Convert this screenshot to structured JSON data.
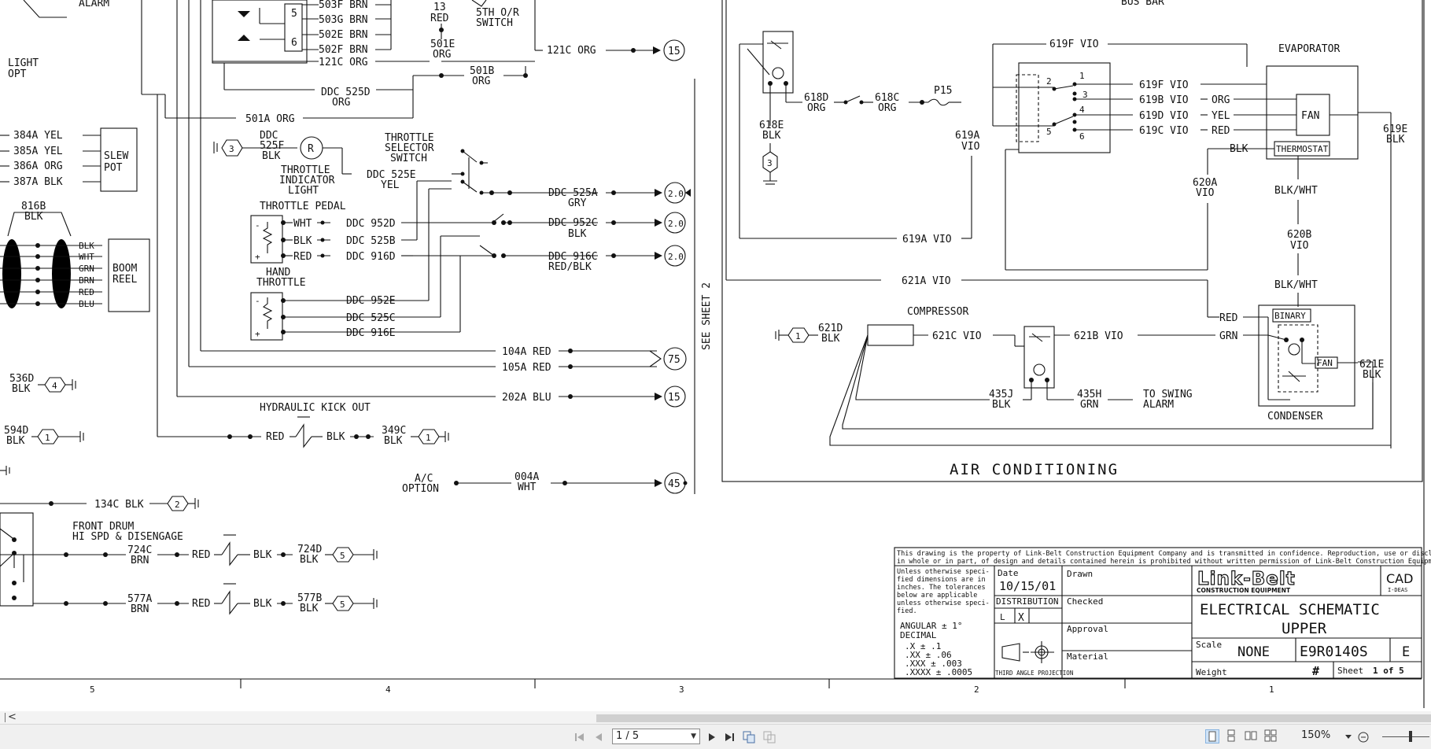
{
  "schematic": {
    "labels_left": {
      "alarm": "ALARM",
      "light_opt_1": "LIGHT",
      "light_opt_2": "OPT",
      "w503f": "503F BRN",
      "w503g": "503G BRN",
      "w502e": "502E BRN",
      "w502f": "502F BRN",
      "w121c": "121C ORG",
      "pin5": "5",
      "pin6": "6",
      "red13_1": "13",
      "red13_2": "RED",
      "w501e_1": "501E",
      "w501e_2": "ORG",
      "oor_1": "5TH O/R",
      "oor_2": "SWITCH",
      "w121c_org": "121C ORG",
      "conn15a": "15",
      "w501b_1": "501B",
      "w501b_2": "ORG",
      "ddc525d_1": "DDC 525D",
      "ddc525d_2": "ORG",
      "w501a": "501A ORG",
      "w384a": "384A YEL",
      "w385a": "385A YEL",
      "w386a": "386A ORG",
      "w387a": "387A BLK",
      "slew_1": "SLEW",
      "slew_2": "POT",
      "ddc525f_1": "DDC",
      "ddc525f_2": "525F",
      "ddc525f_3": "BLK",
      "ground3": "3",
      "lamp_r": "R",
      "ti_1": "THROTTLE",
      "ti_2": "INDICATOR",
      "ti_3": "LIGHT",
      "ts_1": "THROTTLE",
      "ts_2": "SELECTOR",
      "ts_3": "SWITCH",
      "ddc525e_1": "DDC 525E",
      "ddc525e_2": "YEL",
      "w816b_1": "816B",
      "w816b_2": "BLK",
      "throttle_pedal": "THROTTLE PEDAL",
      "tp_wht": "WHT",
      "tp_blk": "BLK",
      "tp_red": "RED",
      "ddc952d": "DDC 952D",
      "ddc525b": "DDC 525B",
      "ddc916d": "DDC 916D",
      "ddc525a_1": "DDC 525A",
      "ddc525a_2": "GRY",
      "ddc952c_1": "DDC 952C",
      "ddc952c_2": "BLK",
      "ddc916c_1": "DDC 916C",
      "ddc916c_2": "RED/BLK",
      "conn20": "2.0",
      "br_blk": "BLK",
      "br_wht": "WHT",
      "br_grn": "GRN",
      "br_brn": "BRN",
      "br_red": "RED",
      "br_blu": "BLU",
      "boom_1": "BOOM",
      "boom_2": "REEL",
      "ht_1": "HAND",
      "ht_2": "THROTTLE",
      "ddc952e": "DDC 952E",
      "ddc525c": "DDC 525C",
      "ddc916e": "DDC 916E",
      "w104a": "104A RED",
      "w105a": "105A RED",
      "conn75": "75",
      "w536d_1": "536D",
      "w536d_2": "BLK",
      "conn4": "4",
      "w202a": "202A BLU",
      "conn15b": "15",
      "hko": "HYDRAULIC KICK OUT",
      "w594d_1": "594D",
      "w594d_2": "BLK",
      "conn1": "1",
      "hko_red": "RED",
      "hko_blk": "BLK",
      "w349c_1": "349C",
      "w349c_2": "BLK",
      "ac_opt_1": "A/C",
      "ac_opt_2": "OPTION",
      "w004a_1": "004A",
      "w004a_2": "WHT",
      "conn45": "45",
      "w134c": "134C BLK",
      "conn2": "2",
      "fd_1": "FRONT DRUM",
      "fd_2": "HI SPD & DISENGAGE",
      "w724c_1": "724C",
      "w724c_2": "BRN",
      "fd_red1": "RED",
      "fd_blk1": "BLK",
      "w724d_1": "724D",
      "w724d_2": "BLK",
      "conn5": "5",
      "w577a_1": "577A",
      "w577a_2": "BRN",
      "fd_red2": "RED",
      "fd_blk2": "BLK",
      "w577b_1": "577B",
      "w577b_2": "BLK",
      "see_sheet": "SEE SHEET 2"
    },
    "labels_right": {
      "bus_bar": "BUS BAR",
      "w619f_top": "619F VIO",
      "evaporator": "EVAPORATOR",
      "w618d_1": "618D",
      "w618d_2": "ORG",
      "w618c_1": "618C",
      "w618c_2": "ORG",
      "p15": "P15",
      "w618e_1": "618E",
      "w618e_2": "BLK",
      "ground3r": "3",
      "sw1": "1",
      "sw2": "2",
      "sw3": "3",
      "sw4": "4",
      "sw5": "5",
      "sw6": "6",
      "w619f": "619F VIO",
      "w619b": "619B VIO",
      "w619d": "619D VIO",
      "w619c": "619C VIO",
      "ev_org": "ORG",
      "ev_yel": "YEL",
      "ev_red": "RED",
      "ev_blk": "BLK",
      "fan": "FAN",
      "thermostat": "THERMOSTAT",
      "w619e_1": "619E",
      "w619e_2": "BLK",
      "w619a_1": "619A",
      "w619a_2": "VIO",
      "w620a_1": "620A",
      "w620a_2": "VIO",
      "blkwht1": "BLK/WHT",
      "w620b_1": "620B",
      "w620b_2": "VIO",
      "w619a_vio": "619A VIO",
      "blkwht2": "BLK/WHT",
      "w621a": "621A VIO",
      "compressor": "COMPRESSOR",
      "red_b": "RED",
      "binary": "BINARY",
      "w621d_1": "621D",
      "w621d_2": "BLK",
      "conn1r": "1",
      "w621c": "621C VIO",
      "w621b": "621B VIO",
      "grn_b": "GRN",
      "fan_small": "FAN",
      "w621e_1": "621E",
      "w621e_2": "BLK",
      "w435j_1": "435J",
      "w435j_2": "BLK",
      "w435h_1": "435H",
      "w435h_2": "GRN",
      "swing_1": "TO SWING",
      "swing_2": "ALARM",
      "condenser": "CONDENSER",
      "air_conditioning": "AIR CONDITIONING"
    },
    "title_block": {
      "notice_1": "This drawing is the property of Link-Belt Construction Equipment Company and is transmitted in confidence. Reproduction, use or disclosure,",
      "notice_2": "in whole or in part, of design and details contained herein is prohibited without written permission of Link-Belt Construction Equipment Company.",
      "tol_1": "Unless otherwise speci-",
      "tol_2": "fied dimensions are in",
      "tol_3": "inches. The tolerances",
      "tol_4": "below are applicable",
      "tol_5": "unless otherwise speci-",
      "tol_6": "fied.",
      "angular": "ANGULAR   ± 1°",
      "decimal": "DECIMAL",
      "t1": ".X      ±  .1",
      "t2": ".XX     ±  .06",
      "t3": ".XXX    ±  .003",
      "t4": ".XXXX   ±  .0005",
      "date_label": "Date",
      "date": "10/15/01",
      "distribution": "DISTRIBUTION",
      "dist_l": "L",
      "dist_x": "X",
      "third_angle": "THIRD ANGLE PROJECTION",
      "drawn": "Drawn",
      "checked": "Checked",
      "approval": "Approval",
      "material": "Material",
      "logo": "Link-Belt",
      "logo_sub": "CONSTRUCTION EQUIPMENT",
      "cad": "CAD",
      "cad_sub": "I-DEAS",
      "title_1": "ELECTRICAL SCHEMATIC",
      "title_2": "UPPER",
      "scale_label": "Scale",
      "scale": "NONE",
      "part_no": "E9R0140S",
      "rev": "E",
      "weight": "Weight",
      "hash": "#",
      "sheet_label": "Sheet",
      "sheet": "1 of 5"
    },
    "zones": [
      "5",
      "4",
      "3",
      "2",
      "1"
    ]
  },
  "viewer": {
    "page_value": "1 / 5",
    "zoom": "150%",
    "scroll_left": "<"
  }
}
